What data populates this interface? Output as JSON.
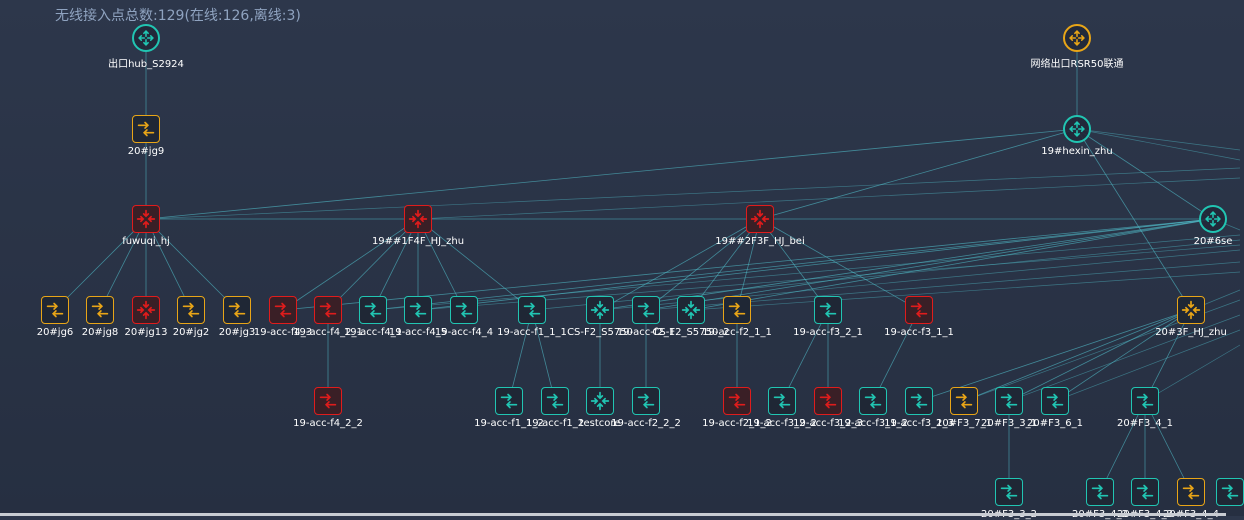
{
  "summary": "无线接入点总数:129(在线:126,离线:3)",
  "colors": {
    "online": "#21c5b2",
    "warning": "#e8a517",
    "offline": "#e01c1c",
    "link": "#4fb7c4"
  },
  "nodes": [
    {
      "id": "hub",
      "label": "出口hub_S2924",
      "type": "router",
      "status": "online"
    },
    {
      "id": "rsr",
      "label": "网络出口RSR50联通",
      "type": "router",
      "status": "warning"
    },
    {
      "id": "jg9",
      "label": "20#jg9",
      "type": "switch",
      "status": "warning"
    },
    {
      "id": "hexin",
      "label": "19#hexin_zhu",
      "type": "router",
      "status": "online"
    },
    {
      "id": "fuwuqi",
      "label": "fuwuqi_hj",
      "type": "core",
      "status": "offline"
    },
    {
      "id": "f4zhu",
      "label": "19##1F4F_HJ_zhu",
      "type": "core",
      "status": "offline"
    },
    {
      "id": "f3bei",
      "label": "19##2F3F_HJ_bei",
      "type": "core",
      "status": "offline"
    },
    {
      "id": "se",
      "label": "20#6se",
      "type": "router",
      "status": "online"
    },
    {
      "id": "jg6",
      "label": "20#jg6",
      "type": "switch",
      "status": "warning"
    },
    {
      "id": "jg8",
      "label": "20#jg8",
      "type": "switch",
      "status": "warning"
    },
    {
      "id": "jg13",
      "label": "20#jg13",
      "type": "core",
      "status": "offline"
    },
    {
      "id": "jg2",
      "label": "20#jg2",
      "type": "switch",
      "status": "warning"
    },
    {
      "id": "jg3",
      "label": "20#jg3",
      "type": "switch",
      "status": "warning"
    },
    {
      "id": "f43",
      "label": "19-acc-f4_3",
      "type": "switch",
      "status": "offline"
    },
    {
      "id": "f421",
      "label": "19-acc-f4_2_1",
      "type": "switch",
      "status": "offline"
    },
    {
      "id": "f41",
      "label": "19-acc-f4_1",
      "type": "switch",
      "status": "online"
    },
    {
      "id": "f45",
      "label": "19-acc-f4_5",
      "type": "switch",
      "status": "online"
    },
    {
      "id": "f44",
      "label": "19-acc-f4_4",
      "type": "switch",
      "status": "online"
    },
    {
      "id": "f11",
      "label": "19-acc-f1_1_1",
      "type": "switch",
      "status": "online"
    },
    {
      "id": "csf2a",
      "label": "CS-F2_S5750",
      "type": "core",
      "status": "online"
    },
    {
      "id": "f21",
      "label": "19-acc-f2_1",
      "type": "switch",
      "status": "online"
    },
    {
      "id": "csf2b",
      "label": "CS-F2_S5750_2",
      "type": "core",
      "status": "online"
    },
    {
      "id": "f211",
      "label": "19-acc-f2_1_1",
      "type": "switch",
      "status": "warning"
    },
    {
      "id": "f321",
      "label": "19-acc-f3_2_1",
      "type": "switch",
      "status": "online"
    },
    {
      "id": "f311",
      "label": "19-acc-f3_1_1",
      "type": "switch",
      "status": "offline"
    },
    {
      "id": "zhu3f",
      "label": "20#3F_HJ_zhu",
      "type": "core",
      "status": "warning"
    },
    {
      "id": "f422",
      "label": "19-acc-f4_2_2",
      "type": "switch",
      "status": "offline"
    },
    {
      "id": "f112",
      "label": "19-acc-f1_1_2",
      "type": "switch",
      "status": "online"
    },
    {
      "id": "f12",
      "label": "19-acc-f1_2",
      "type": "switch",
      "status": "online"
    },
    {
      "id": "testcore",
      "label": "testcore",
      "type": "core",
      "status": "online"
    },
    {
      "id": "f222",
      "label": "19-acc-f2_2_2",
      "type": "switch",
      "status": "online"
    },
    {
      "id": "f212",
      "label": "19-acc-f2_1_2",
      "type": "switch",
      "status": "offline"
    },
    {
      "id": "f322",
      "label": "19-acc-f3_2_2",
      "type": "switch",
      "status": "online"
    },
    {
      "id": "f323",
      "label": "19-acc-f3_2_3",
      "type": "switch",
      "status": "offline"
    },
    {
      "id": "f312",
      "label": "19-acc-f3_1_2",
      "type": "switch",
      "status": "online"
    },
    {
      "id": "f313",
      "label": "19-acc-f3_1_3",
      "type": "switch",
      "status": "online"
    },
    {
      "id": "F371",
      "label": "20#F3_7_1",
      "type": "switch",
      "status": "warning"
    },
    {
      "id": "F331",
      "label": "20#F3_3_1",
      "type": "switch",
      "status": "online"
    },
    {
      "id": "F361",
      "label": "20#F3_6_1",
      "type": "switch",
      "status": "online"
    },
    {
      "id": "F341",
      "label": "20#F3_4_1",
      "type": "switch",
      "status": "online"
    },
    {
      "id": "F332",
      "label": "20#F3_3_2",
      "type": "switch",
      "status": "online"
    },
    {
      "id": "F342",
      "label": "20#F3_4_2",
      "type": "switch",
      "status": "online"
    },
    {
      "id": "F343",
      "label": "20#F3_4_3",
      "type": "switch",
      "status": "online"
    },
    {
      "id": "F344",
      "label": "20#F3_4_4",
      "type": "switch",
      "status": "warning"
    },
    {
      "id": "F345",
      "label": "",
      "type": "switch",
      "status": "online"
    }
  ],
  "links": [
    [
      "hub",
      "jg9"
    ],
    [
      "jg9",
      "fuwuqi"
    ],
    [
      "rsr",
      "hexin"
    ],
    [
      "fuwuqi",
      "jg6"
    ],
    [
      "fuwuqi",
      "jg8"
    ],
    [
      "fuwuqi",
      "jg13"
    ],
    [
      "fuwuqi",
      "jg2"
    ],
    [
      "fuwuqi",
      "jg3"
    ],
    [
      "fuwuqi",
      "f4zhu"
    ],
    [
      "fuwuqi",
      "hexin"
    ],
    [
      "f4zhu",
      "f3bei"
    ],
    [
      "f3bei",
      "se"
    ],
    [
      "f4zhu",
      "f43"
    ],
    [
      "f4zhu",
      "f421"
    ],
    [
      "f4zhu",
      "f41"
    ],
    [
      "f4zhu",
      "f45"
    ],
    [
      "f4zhu",
      "f44"
    ],
    [
      "f4zhu",
      "f11"
    ],
    [
      "f3bei",
      "csf2a"
    ],
    [
      "f3bei",
      "f21"
    ],
    [
      "f3bei",
      "csf2b"
    ],
    [
      "f3bei",
      "f211"
    ],
    [
      "f3bei",
      "f321"
    ],
    [
      "f3bei",
      "f311"
    ],
    [
      "hexin",
      "f3bei"
    ],
    [
      "hexin",
      "se"
    ],
    [
      "hexin",
      "zhu3f"
    ],
    [
      "f421",
      "f422"
    ],
    [
      "f11",
      "f112"
    ],
    [
      "f11",
      "f12"
    ],
    [
      "csf2a",
      "testcore"
    ],
    [
      "f21",
      "f222"
    ],
    [
      "f211",
      "f212"
    ],
    [
      "f321",
      "f322"
    ],
    [
      "f321",
      "f323"
    ],
    [
      "f311",
      "f312"
    ],
    [
      "zhu3f",
      "f313"
    ],
    [
      "zhu3f",
      "F371"
    ],
    [
      "zhu3f",
      "F331"
    ],
    [
      "zhu3f",
      "F361"
    ],
    [
      "zhu3f",
      "F341"
    ],
    [
      "F331",
      "F332"
    ],
    [
      "F341",
      "F342"
    ],
    [
      "F341",
      "F343"
    ],
    [
      "F341",
      "F344"
    ],
    [
      "se",
      "f43"
    ],
    [
      "se",
      "f41"
    ],
    [
      "se",
      "f45"
    ],
    [
      "se",
      "csf2a"
    ],
    [
      "se",
      "csf2b"
    ],
    [
      "se",
      "f21"
    ]
  ]
}
